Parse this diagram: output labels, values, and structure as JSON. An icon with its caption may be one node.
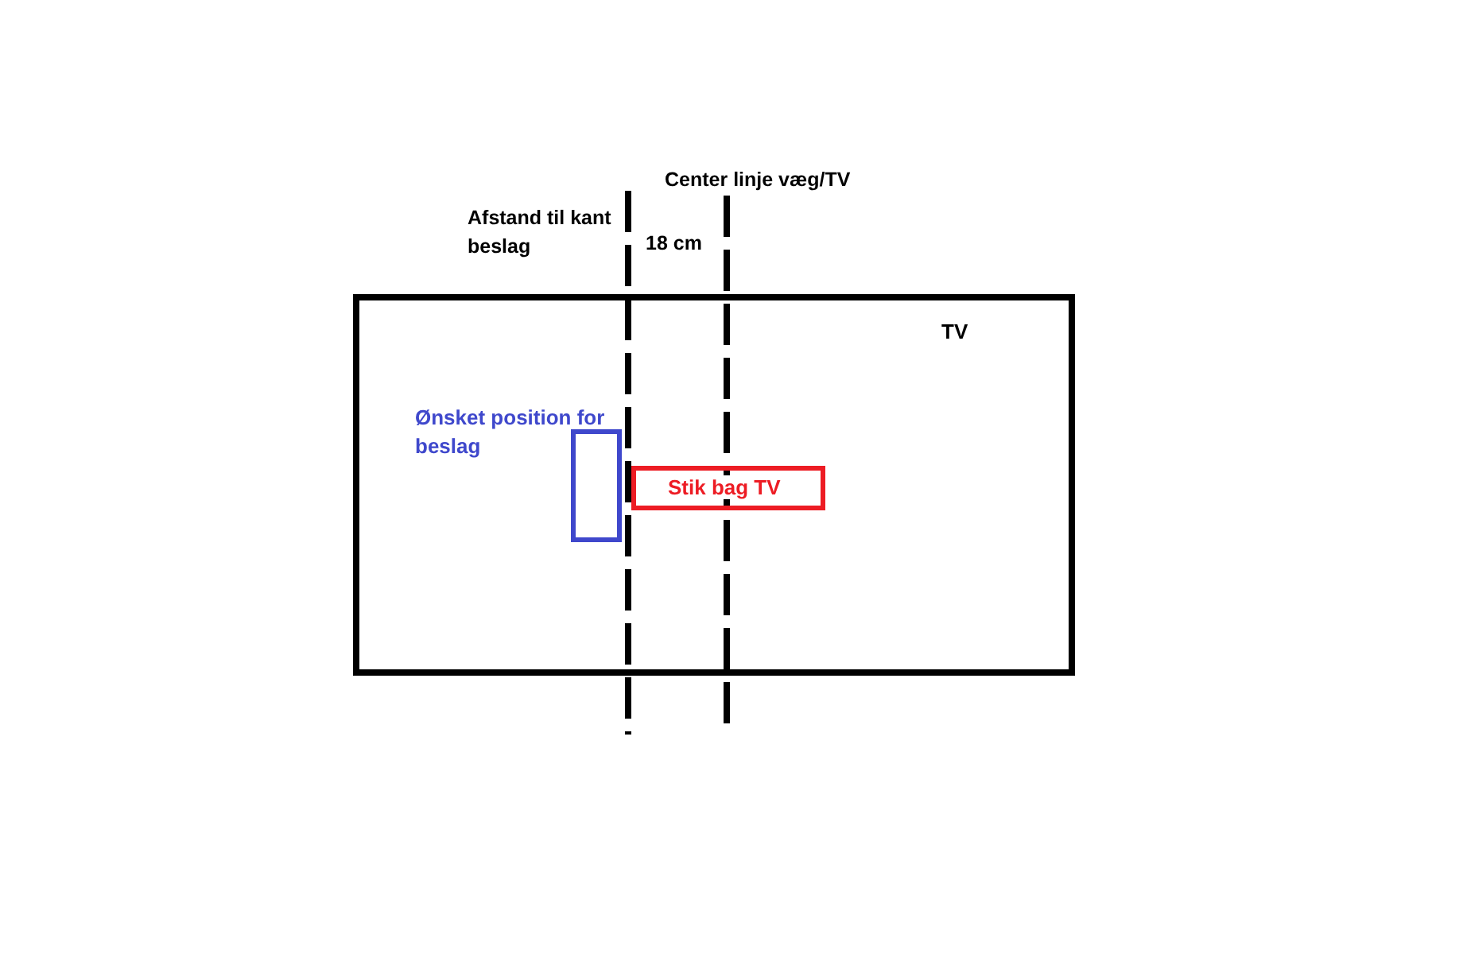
{
  "diagram": {
    "nodes": [
      {
        "text": [
          "TV"
        ]
      },
      {
        "text": [],
        "shape": "box",
        "in": 0,
        "beside": [
          "Ønsket position for beslag"
        ]
      },
      {
        "text": [
          "Stik bag TV"
        ],
        "in": 0
      }
    ],
    "labels": [
      "Center linje væg/TV",
      "Afstand til kant beslag",
      "18 cm"
    ]
  }
}
